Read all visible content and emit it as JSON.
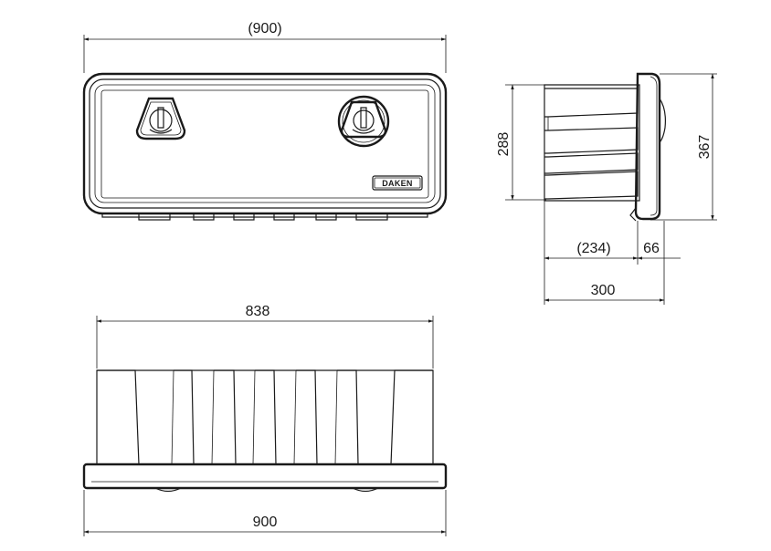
{
  "front_view": {
    "width_label": "(900)",
    "brand_label": "DAKEN"
  },
  "side_view": {
    "height_label": "288",
    "overall_height_label": "367",
    "depth_label": "(234)",
    "lid_depth_label": "66",
    "overall_depth_label": "300"
  },
  "top_view": {
    "inner_width_label": "838",
    "outer_width_label": "900"
  }
}
